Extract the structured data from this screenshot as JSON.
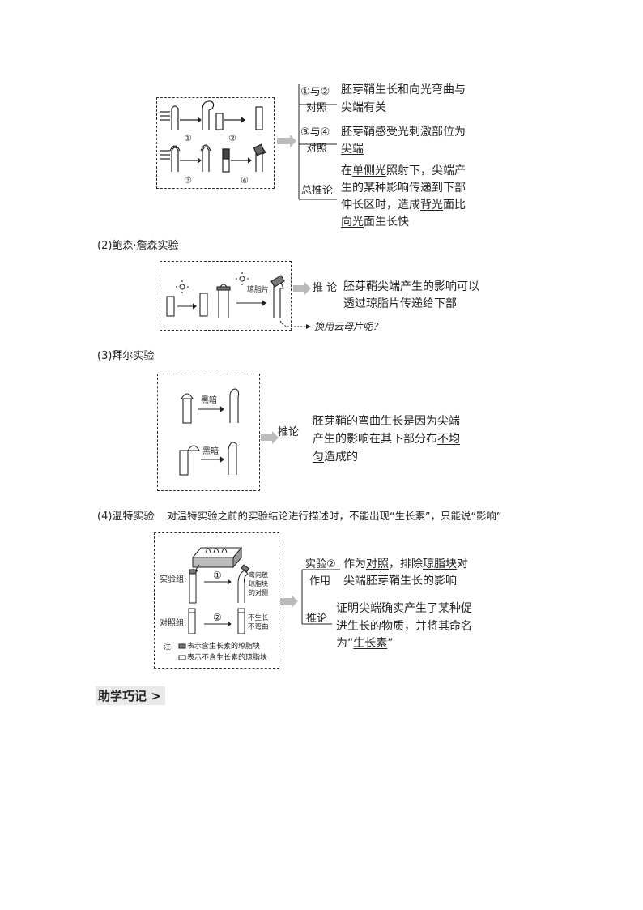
{
  "exp1": {
    "labels": [
      "①",
      "②",
      "③",
      "④"
    ],
    "c1": {
      "tag1": "①与②",
      "tag2": "对照",
      "line": "胚芽鞘生长和向光弯曲与",
      "pre": "",
      "u": "尖端",
      "post": "有关"
    },
    "c2": {
      "tag1": "③与④",
      "tag2": "对照",
      "line": "胚芽鞘感受光刺激部位为",
      "pre": "",
      "u": "尖端",
      "post": ""
    },
    "c3": {
      "tag": "总推论",
      "l1_pre": "在",
      "l1_u": "单侧光",
      "l1_post": "照射下，尖端产",
      "l2": "生的某种影响传递到下部",
      "l3_pre": "伸长区时，造成",
      "l3_u": "背光",
      "l3_post": "面比",
      "l4_pre": "",
      "l4_u": "向光",
      "l4_post": "面生长快"
    }
  },
  "sec2": {
    "title": "(2)鲍森·詹森实验",
    "agar_label": "琼脂片",
    "tag": "推 论",
    "l1": "胚芽鞘尖端产生的影响可以",
    "l2": "透过琼脂片传递给下部",
    "note": "换用云母片呢？"
  },
  "sec3": {
    "title": "(3)拜尔实验",
    "dark1": "黑暗",
    "dark2": "黑暗",
    "tag": "推论",
    "l1": "胚芽鞘的弯曲生长是因为尖端",
    "l2_pre": "产生的影响在其下部分布",
    "l2_u": "不均",
    "l3_u": "匀",
    "l3_post": "造成的"
  },
  "sec4": {
    "title": "(4)温特实验",
    "remark": "对温特实验之前的实验结论进行描述时，不能出现“生长素”，只能说“影响”",
    "exp_group": "实验组:",
    "ctrl_group": "对照组:",
    "num1": "①",
    "num2": "②",
    "bend_note": "弯向放\n琼脂块\n的对侧",
    "nogrow_note": "不生长\n不弯曲",
    "legend_title": "注:",
    "legend1": "表示含生长素的琼脂块",
    "legend2": "表示不含生长素的琼脂块",
    "c1": {
      "tag1": "实验②",
      "tag2": "作用",
      "l1_pre": "作为",
      "l1_u1": "对照",
      "l1_mid": "，排除",
      "l1_u2": "琼脂块",
      "l1_post": "对",
      "l2": "尖端胚芽鞘生长的影响"
    },
    "c2": {
      "tag": "推论",
      "l1": "证明尖端确实产生了某种促",
      "l2": "进生长的物质，并将其命名",
      "l3_pre": "为“",
      "l3_u": "生长素",
      "l3_post": "”"
    }
  },
  "footer": {
    "title": "助学巧记 >"
  }
}
